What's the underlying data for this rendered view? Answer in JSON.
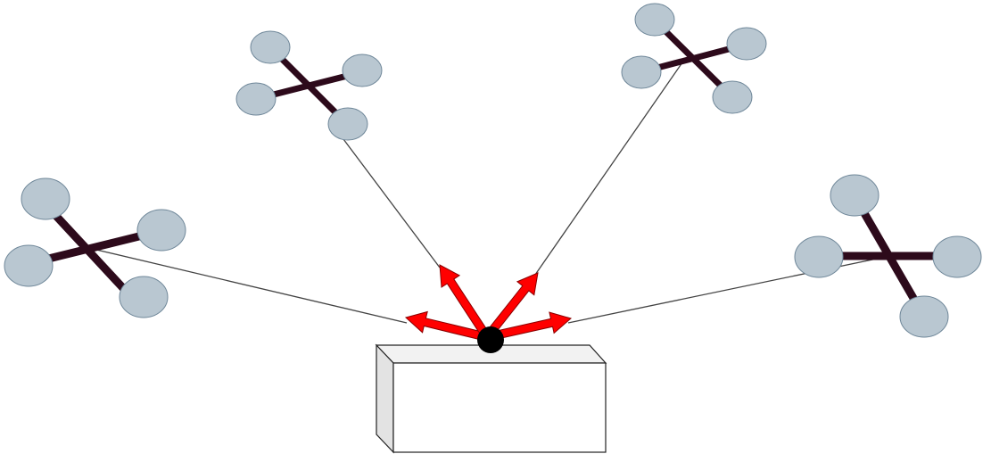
{
  "diagram": {
    "colors": {
      "background": "#ffffff",
      "drone_arm": "#2d0a1b",
      "rotor_fill": "#b9c7d1",
      "rotor_stroke": "#6f8799",
      "tether": "#444444",
      "force_arrow": "#ff0000",
      "force_arrow_stroke": "#8a0000",
      "attachment_point": "#000000",
      "payload_front": "#ffffff",
      "payload_top": "#f2f2f2",
      "payload_side": "#e3e3e3",
      "payload_edge": "#222222"
    },
    "drones": [
      {
        "id": "drone-far-left",
        "icon": "quadcopter-icon"
      },
      {
        "id": "drone-upper-left",
        "icon": "quadcopter-icon"
      },
      {
        "id": "drone-upper-right",
        "icon": "quadcopter-icon"
      },
      {
        "id": "drone-far-right",
        "icon": "quadcopter-icon"
      }
    ],
    "payload": {
      "icon": "box-icon"
    },
    "attachment": {
      "icon": "anchor-point-icon"
    },
    "force_arrows_count": 4
  }
}
